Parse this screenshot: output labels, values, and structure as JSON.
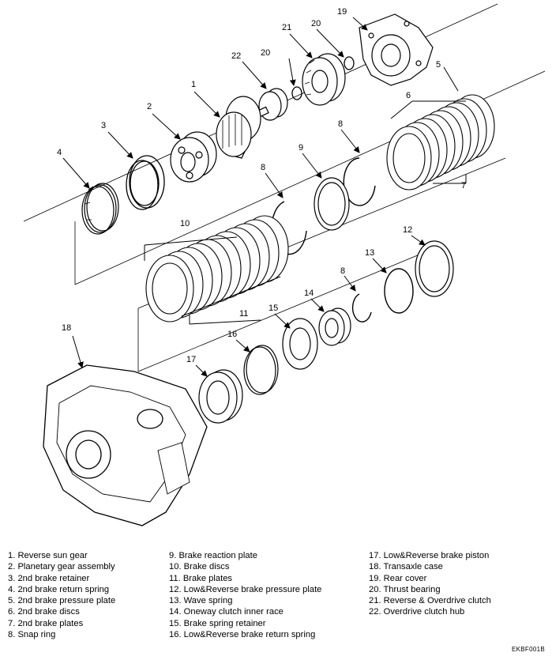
{
  "callouts": {
    "c1": "1",
    "c2": "2",
    "c3": "3",
    "c4": "4",
    "c5": "5",
    "c6": "6",
    "c7": "7",
    "c8a": "8",
    "c8b": "8",
    "c8c": "8",
    "c9": "9",
    "c10": "10",
    "c11": "11",
    "c12": "12",
    "c13": "13",
    "c14": "14",
    "c15": "15",
    "c16": "16",
    "c17": "17",
    "c18": "18",
    "c19": "19",
    "c20a": "20",
    "c20b": "20",
    "c21": "21",
    "c22": "22"
  },
  "legend": {
    "col1": [
      "1.  Reverse sun gear",
      "2.  Planetary gear assembly",
      "3.  2nd brake retainer",
      "4.  2nd brake return spring",
      "5.  2nd brake pressure plate",
      "6.  2nd brake discs",
      "7.  2nd brake plates",
      "8.  Snap ring"
    ],
    "col2": [
      "9.  Brake reaction plate",
      "10. Brake discs",
      "11. Brake plates",
      "12. Low&Reverse brake pressure plate",
      "13. Wave spring",
      "14. Oneway clutch inner race",
      "15. Brake spring retainer",
      "16. Low&Reverse brake return spring"
    ],
    "col3": [
      "17. Low&Reverse brake piston",
      "18. Transaxle case",
      "19. Rear cover",
      "20. Thrust bearing",
      "21. Reverse & Overdrive clutch",
      "22. Overdrive clutch hub"
    ]
  },
  "figure_code": "EKBF001B"
}
